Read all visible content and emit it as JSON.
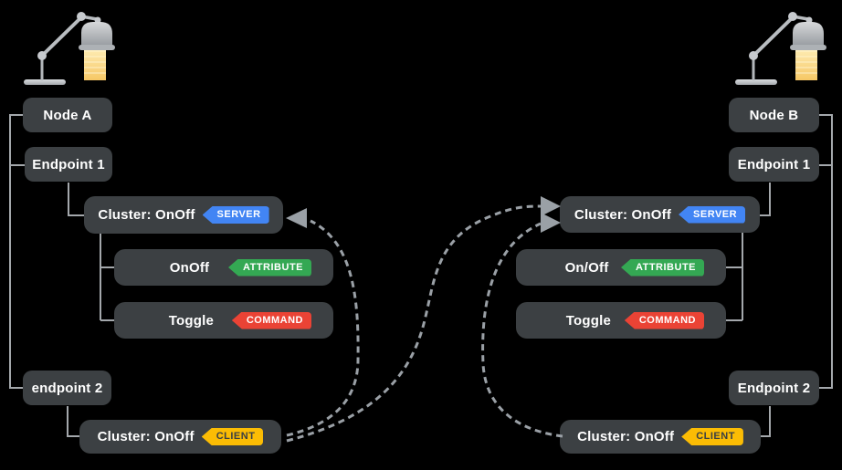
{
  "diagram": {
    "background": "#000000",
    "box_color": "#3C4043",
    "text_color": "#FFFFFF",
    "connector_color": "#A4A8AC",
    "dashed_arrow_color": "#9AA0A6"
  },
  "badges": {
    "server": {
      "label": "SERVER",
      "bg": "#4285F4",
      "fg": "#FFFFFF"
    },
    "attribute": {
      "label": "ATTRIBUTE",
      "bg": "#34A853",
      "fg": "#FFFFFF"
    },
    "command": {
      "label": "COMMAND",
      "bg": "#EA4335",
      "fg": "#FFFFFF"
    },
    "client": {
      "label": "CLIENT",
      "bg": "#FBBC04",
      "fg": "#3C4043"
    }
  },
  "node_a": {
    "label": "Node A",
    "icon": "desk-lamp-icon",
    "endpoint1": {
      "label": "Endpoint 1"
    },
    "cluster_server": {
      "label": "Cluster: OnOff"
    },
    "attribute": {
      "label": "OnOff"
    },
    "command": {
      "label": "Toggle"
    },
    "endpoint2": {
      "label": "endpoint 2"
    },
    "cluster_client": {
      "label": "Cluster: OnOff"
    }
  },
  "node_b": {
    "label": "Node B",
    "icon": "desk-lamp-icon",
    "endpoint1": {
      "label": "Endpoint 1"
    },
    "cluster_server": {
      "label": "Cluster: OnOff"
    },
    "attribute": {
      "label": "On/Off"
    },
    "command": {
      "label": "Toggle"
    },
    "endpoint2": {
      "label": "Endpoint 2"
    },
    "cluster_client": {
      "label": "Cluster: OnOff"
    }
  },
  "connections": [
    {
      "from": "node-a-cluster-client",
      "to": "node-a-cluster-server",
      "style": "dashed-arrow"
    },
    {
      "from": "node-a-cluster-client",
      "to": "node-b-cluster-server",
      "style": "dashed-arrow"
    },
    {
      "from": "node-b-cluster-client",
      "to": "node-b-cluster-server",
      "style": "dashed-arrow"
    }
  ]
}
